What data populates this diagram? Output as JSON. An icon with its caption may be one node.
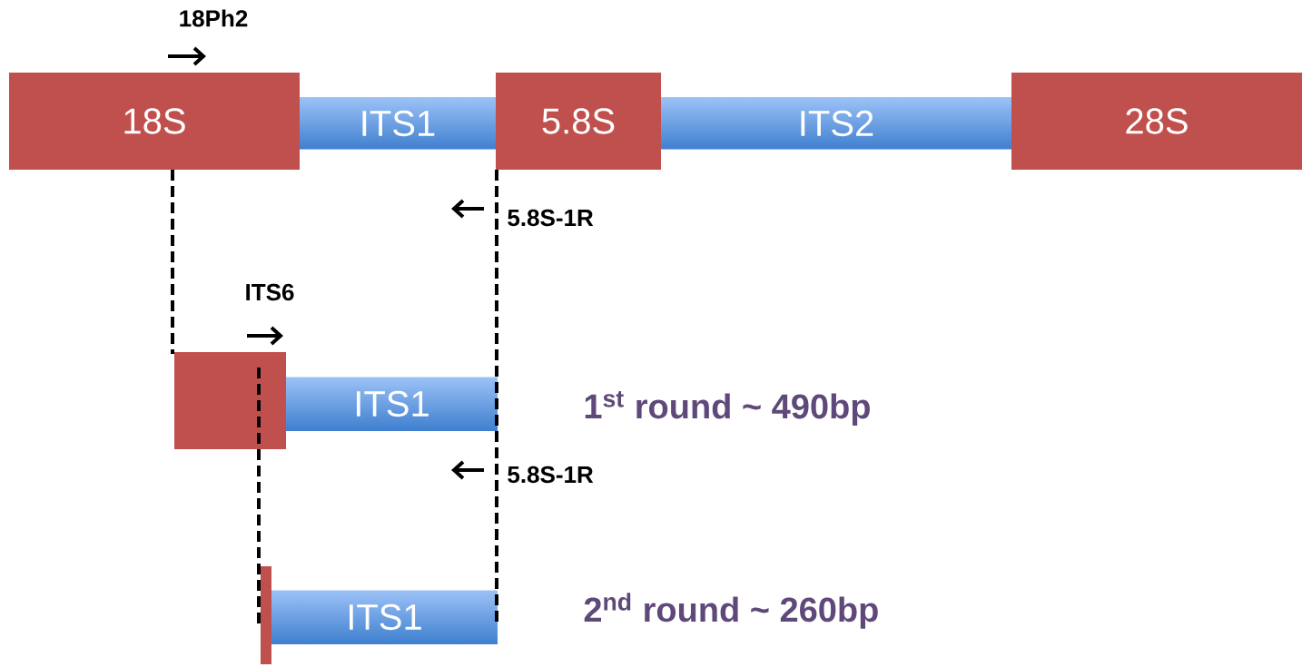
{
  "diagram": {
    "nodes": [
      {
        "text": [
          "18S"
        ]
      },
      {
        "text": [
          "ITS1"
        ]
      },
      {
        "text": [
          "5.8S"
        ]
      },
      {
        "text": [
          "ITS2"
        ]
      },
      {
        "text": [
          "28S"
        ]
      },
      {
        "text": [],
        "shape": "box"
      },
      {
        "text": [
          "ITS1"
        ]
      },
      {
        "text": [],
        "shape": "bar"
      },
      {
        "text": [
          "ITS1"
        ]
      }
    ],
    "labels": [
      "18Ph2",
      "5.8S-1R",
      "ITS6",
      "1$^{st}$ round ~ 490bp",
      "5.8S-1R",
      "2$^{nd}$ round ~ 260bp"
    ]
  }
}
